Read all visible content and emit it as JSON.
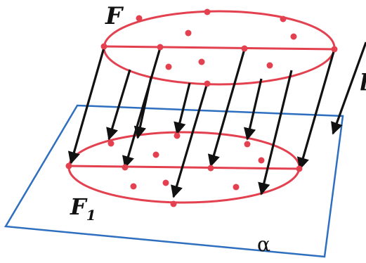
{
  "diagram": {
    "labels": {
      "top_figure": "F",
      "projection": "F",
      "projection_sub": "1",
      "plane": "α",
      "direction": "l"
    },
    "colors": {
      "figure": "#e3414f",
      "plane": "#2f6fbf",
      "arrow": "#111111",
      "background": "#ffffff"
    }
  }
}
